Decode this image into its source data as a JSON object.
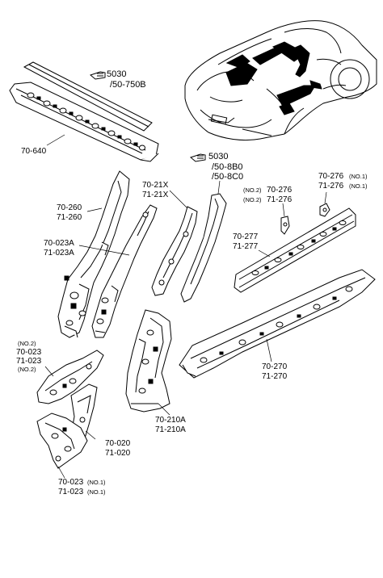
{
  "callouts": {
    "ref_5030_a": {
      "code": "5030",
      "sub": "/50-750B"
    },
    "ref_5030_b": {
      "code": "5030",
      "sub1": "/50-8B0",
      "sub2": "/50-8C0"
    }
  },
  "labels": {
    "l_70_640": "70-640",
    "l_70_21x": "70-21X",
    "l_71_21x": "71-21X",
    "l_70_260": "70-260",
    "l_71_260": "71-260",
    "l_70_023a": "70-023A",
    "l_71_023a": "71-023A",
    "l_no2_a": "(NO.2)",
    "l_70_276_a": "70-276",
    "l_no2_b": "(NO.2)",
    "l_71_276_a": "71-276",
    "l_70_276_b": "70-276",
    "l_no1_a": "(NO.1)",
    "l_71_276_b": "71-276",
    "l_no1_b": "(NO.1)",
    "l_70_277": "70-277",
    "l_71_277": "71-277",
    "l_no2_c": "(NO.2)",
    "l_70_023": "70-023",
    "l_71_023": "71-023",
    "l_no2_d": "(NO.2)",
    "l_70_270": "70-270",
    "l_71_270": "71-270",
    "l_70_210a": "70-210A",
    "l_71_210a": "71-210A",
    "l_70_020": "70-020",
    "l_71_020": "71-020",
    "l_70_023_b": "70-023",
    "l_no1_c": "(NO.1)",
    "l_71_023_b": "71-023",
    "l_no1_d": "(NO.1)"
  }
}
